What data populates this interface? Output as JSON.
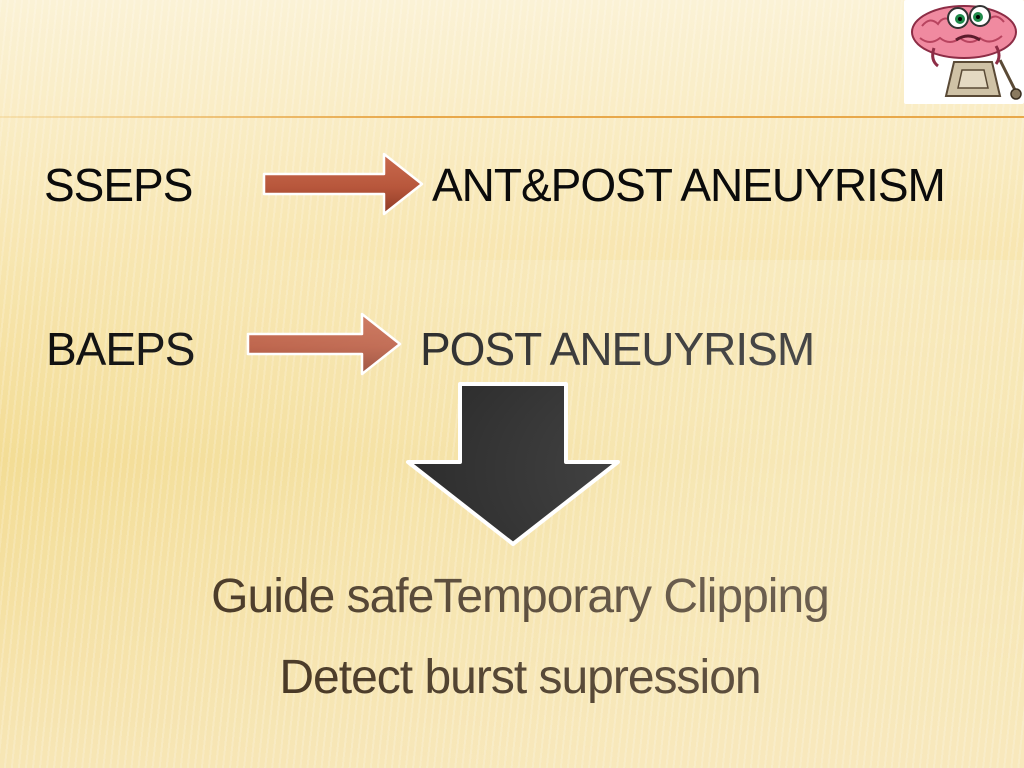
{
  "slide": {
    "row1": {
      "left": "SSEPS",
      "right": "ANT&POST ANEUYRISM"
    },
    "row2": {
      "left": "BAEPS",
      "right": "POST ANEUYRISM"
    },
    "conclusion": {
      "line1": "Guide safeTemporary Clipping",
      "line2": "Detect burst supression"
    }
  },
  "colors": {
    "arrow_red": "#b8573c",
    "arrow_red_dark": "#8e3a25",
    "down_arrow": "#000000",
    "rule": "#e8a84a",
    "conclusion_text": "#3d2c18"
  },
  "icons": {
    "logo": "brain-mascot-icon"
  }
}
